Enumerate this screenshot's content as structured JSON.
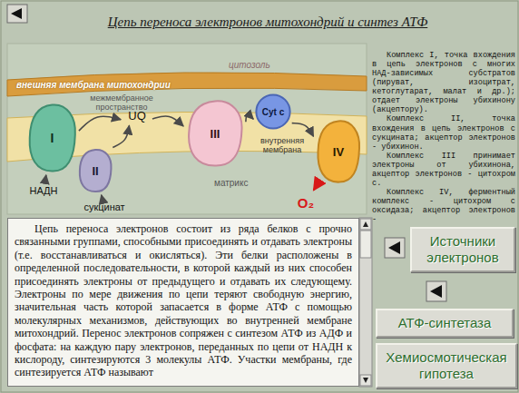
{
  "diagram": {
    "title": "Цепь переноса электронов митохондрий и синтез АТФ",
    "nodes": [
      {
        "text": [
          "I"
        ]
      },
      {
        "text": [
          "II"
        ]
      },
      {
        "text": [
          "UQ"
        ]
      },
      {
        "text": [
          "III"
        ]
      },
      {
        "text": [
          "Cyt c"
        ]
      },
      {
        "text": [
          "IV"
        ]
      },
      {
        "text": [
          "НАДН"
        ]
      },
      {
        "text": [
          "сукцинат"
        ]
      },
      {
        "text": [
          "O₂"
        ]
      },
      {
        "text": [
          "Цепь переноса электронов состоит из ряда белков с прочно связанными группами, способными присоединять и отдавать электроны (т.е. восстанавливаться и окисляться). Эти белки расположены в определенной последовательности, в которой каждый из них способен присоединять электроны от предыдущего и отдавать их следующему. Электроны по мере движения по цепи теряют свободную энергию, значительная часть которой запасается в форме АТФ с помощью молекулярных механизмов, действующих во внутренней мембране митохондрий. Перенос электронов сопряжен с синтезом АТФ из АДФ и фосфата: на каждую пару электронов, переданных по цепи от НАДН к кислороду, синтезируются 3 молекулы АТФ. Участки мембраны, где синтезируется АТФ называют"
        ]
      },
      {
        "text": [
          "Источники электронов"
        ]
      },
      {
        "text": [
          "АТФ-синтетаза"
        ]
      },
      {
        "text": [
          "Хемиосмотическая гипотеза"
        ]
      }
    ],
    "edges": [
      {
        "from": 6,
        "to": 0,
        "arrow": "to"
      },
      {
        "from": 0,
        "to": 2,
        "arrow": "to"
      },
      {
        "from": 7,
        "to": 1,
        "arrow": "to"
      },
      {
        "from": 1,
        "to": 2,
        "arrow": "to"
      },
      {
        "from": 2,
        "to": 3,
        "arrow": "to"
      },
      {
        "from": 3,
        "to": 4,
        "arrow": "to"
      },
      {
        "from": 4,
        "to": 5,
        "arrow": "to"
      },
      {
        "from": 5,
        "to": 8,
        "arrow": "to"
      }
    ],
    "labels": [
      "цитозоль",
      "внешняя мембрана митохондрии",
      "межмембранное пространство",
      "внутренняя мембрана",
      "матрикс",
      "Комплекс I, точка вхождения в цепь электронов с многих НАД-зависимых субстратов (пируват, изоцитрат, кетоглутарат, малат и др.); отдает электроны убихинону (акцептору).",
      "Комплекс II, точка вхождения в цепь электронов с сукцината; акцептор электронов - убихинон.",
      "Комплекс III принимает электроны от убихинона, акцептор электронов - цитохром с.",
      "Комплекс IV, ферментный комплекс - цитохром с оксидаза; акцептор электронов -"
    ]
  }
}
